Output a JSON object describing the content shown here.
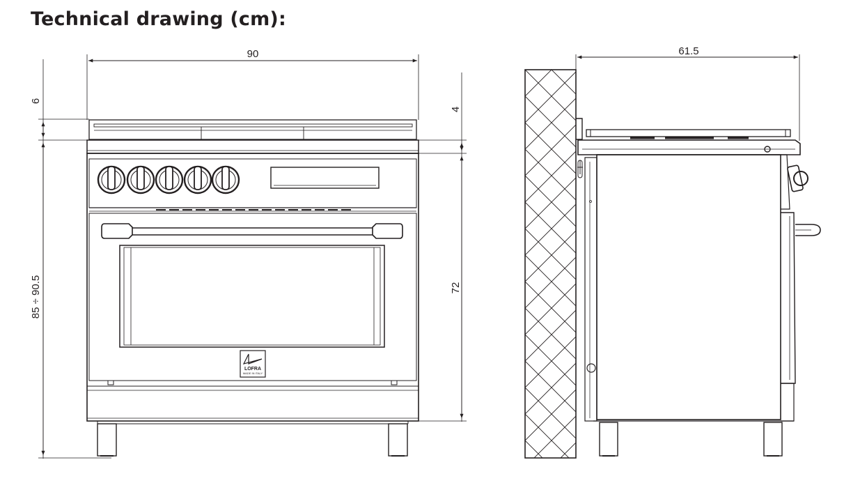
{
  "title": "Technical drawing (cm):",
  "front_view": {
    "width_label": "90",
    "top_gap_label": "6",
    "top_thickness_label": "4",
    "height_label": "85 ÷ 90.5",
    "body_height_label": "72"
  },
  "side_view": {
    "depth_label": "61.5"
  },
  "logo": {
    "brand": "LOFRA",
    "tagline": "MADE IN ITALY"
  }
}
